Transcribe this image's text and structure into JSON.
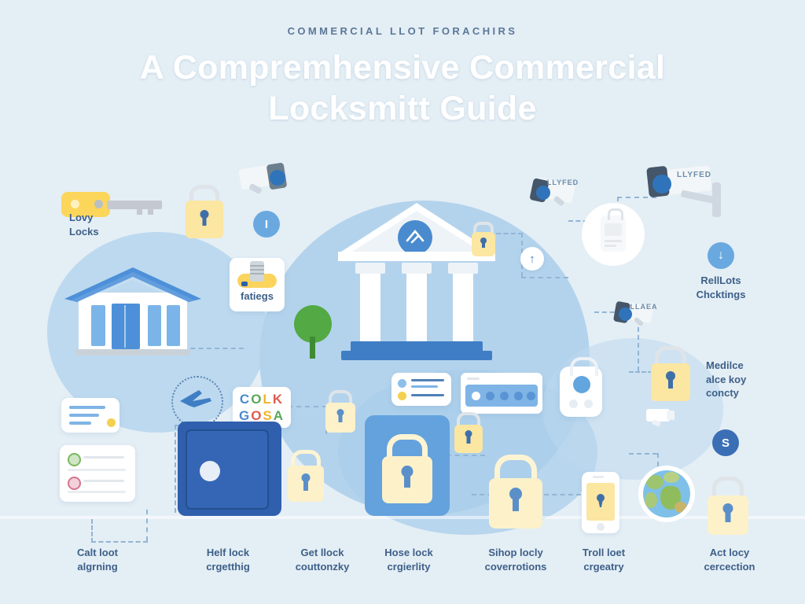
{
  "header": {
    "eyebrow": "COMMERCIAL LLOT FORACHIRS",
    "title_line1": "A Compremhensive Commercial",
    "title_line2": "Locksmitt Guide"
  },
  "colors": {
    "background": "#e4eef5",
    "blob_light": "#bcd9ef",
    "blob_mid": "#b3d3ed",
    "accent_blue": "#3d6088",
    "badge_blue": "#69a9e0",
    "badge_deep": "#3b6fb5",
    "lock_yellow": "#fbe6a2",
    "lock_cream": "#fcf1c9",
    "keyhole_blue": "#3f6fa8",
    "roof_blue": "#4d90d9",
    "safe_blue": "#2f5fad",
    "tree_green": "#53a943",
    "connector": "#93b5d4"
  },
  "annotations": {
    "top_left_key": "Lovy\nLocks",
    "tag_fatiegs": "fatiegs",
    "camera_tag_1": "LLYFED",
    "camera_tag_2": "LLAEA",
    "right_download": "RellLots\nChcktings",
    "right_middle": "Medilce\nalce koy\nconcty"
  },
  "badges": [
    {
      "name": "info-badge",
      "label": "I",
      "style": "blue"
    },
    {
      "name": "up-arrow-badge",
      "label": "↑",
      "style": "white"
    },
    {
      "name": "download-badge",
      "label": "↓",
      "style": "blue"
    },
    {
      "name": "s-badge",
      "label": "S",
      "style": "deep"
    }
  ],
  "word_card": {
    "line1": [
      {
        "char": "C",
        "color": "#4a8bcf"
      },
      {
        "char": "O",
        "color": "#59a85a"
      },
      {
        "char": "L",
        "color": "#f0b429"
      },
      {
        "char": "K",
        "color": "#e05a4f"
      }
    ],
    "line2": [
      {
        "char": "G",
        "color": "#4a8bcf"
      },
      {
        "char": "O",
        "color": "#e05a4f"
      },
      {
        "char": "S",
        "color": "#f0b429"
      },
      {
        "char": "A",
        "color": "#59a85a"
      }
    ]
  },
  "bottom_labels": [
    {
      "name": "label-call-loot-alarming",
      "text": "Calt loot\nalgrning"
    },
    {
      "name": "label-help-lock-getting",
      "text": "Helf lock\ncrgetthig"
    },
    {
      "name": "label-get-lock-consultancy",
      "text": "Get llock\ncouttonzky"
    },
    {
      "name": "label-house-lock-security",
      "text": "Hose lock\ncrgierlity"
    },
    {
      "name": "label-shop-lock-conversions",
      "text": "Sihop locly\ncoverrotions"
    },
    {
      "name": "label-troll-lost-category",
      "text": "Troll loet\ncrgeatry"
    },
    {
      "name": "label-act-locy-correction",
      "text": "Act locy\ncercection"
    }
  ],
  "icons": {
    "key": "key-icon",
    "padlock": "padlock-icon",
    "camera": "security-camera-icon",
    "house": "house-icon",
    "bank": "bank-building-icon",
    "tree": "tree-icon",
    "safe": "safe-vault-icon",
    "phone": "smartphone-lock-icon",
    "globe": "globe-icon",
    "seal": "certification-seal-icon",
    "smart_lock": "smart-lock-device-icon",
    "password_card": "password-field-icon",
    "list_card": "checklist-card-icon"
  }
}
